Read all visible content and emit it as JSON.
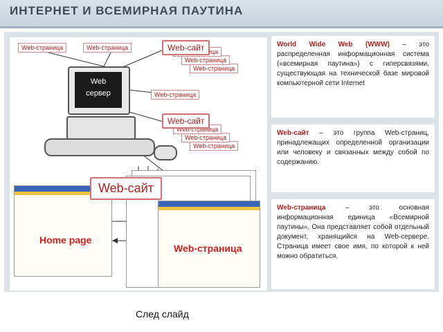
{
  "header": {
    "title": "ИНТЕРНЕТ И ВСЕМИРНАЯ ПАУТИНА"
  },
  "diagram": {
    "server_screen_line1": "Web",
    "server_screen_line2": "сервер",
    "top_pages": [
      "Web-страница",
      "Web-страница"
    ],
    "site1_label": "Web-сайт",
    "site1_pages": [
      "Web-страница",
      "Web-страница",
      "Web-страница"
    ],
    "middle_page": "Web-страница",
    "site2_label": "Web-сайт",
    "site2_pages": [
      "Web-страница",
      "Web-страница",
      "Web-страница"
    ],
    "big_site_label": "Web-сайт",
    "home_page_label": "Home page",
    "web_page_label": "Web-страница"
  },
  "definitions": [
    {
      "term": "World Wide Web (WWW)",
      "text": " – это распределенная информационная система («всемирная паутина») с гиперсвязями, существующая на технической базе мировой компьютерной сети Internet"
    },
    {
      "term": "Web-сайт",
      "text": " – это группа Web-страниц, принадлежащих определенной организации или человеку и связанных между собой по содержанию."
    },
    {
      "term": "Web-страница",
      "text": " – это основная информационная единица «Всемирной паутины». Она представляет собой отдельный документ, хранящийся на Web-сервере. Страница имеет свое имя, по которой к ней можно обратиться."
    }
  ],
  "footer": {
    "next_slide": "След слайд"
  }
}
